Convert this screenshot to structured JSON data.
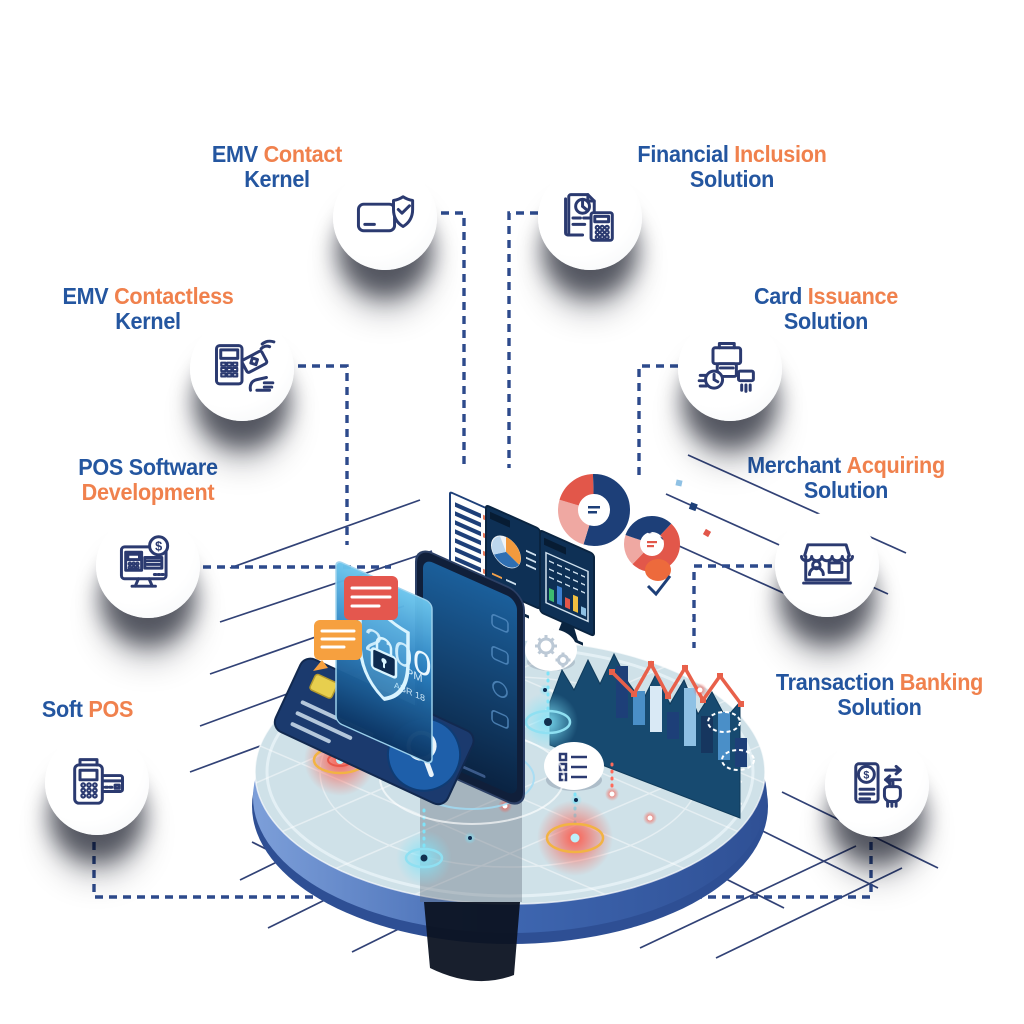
{
  "title": "Payment technology solutions diagram",
  "palette": {
    "label_blue": "#2456a0",
    "label_orange": "#f0814d",
    "line_navy": "#27386f",
    "connector_blue": "#2d4a8c",
    "platform_top": "#cfe1e8",
    "platform_rim": "#3e66b0",
    "glow_red": "#ff5242",
    "glow_cyan": "#7fe3f8",
    "chart_orange": "#e8604a"
  },
  "nodes": {
    "emv_contact": {
      "w1": "EMV",
      "w2": "Contact",
      "w3": "Kernel"
    },
    "financial": {
      "w1": "Financial",
      "w2": "Inclusion",
      "w3": "Solution"
    },
    "emv_contactless": {
      "w1": "EMV",
      "w2": "Contactless",
      "w3": "Kernel"
    },
    "card_issuance": {
      "w1": "Card",
      "w2": "Issuance",
      "w3": "Solution"
    },
    "pos_software": {
      "w1": "POS Software",
      "w2": "Development"
    },
    "merchant": {
      "w1": "Merchant",
      "w2": "Acquiring",
      "w3": "Solution"
    },
    "soft_pos": {
      "w1": "Soft",
      "w2": "POS"
    },
    "transaction": {
      "w1": "Transaction",
      "w2": "Banking",
      "w3": "Solution"
    }
  },
  "center": {
    "clock_time": "12:00",
    "clock_ampm": "PM",
    "clock_date": "ABR 18"
  },
  "icons": [
    "card-shield-icon",
    "document-calculator-icon",
    "contactless-payment-icon",
    "card-printer-icon",
    "pos-monitor-icon",
    "storefront-icon",
    "pos-terminal-icon",
    "mobile-transfer-icon"
  ]
}
